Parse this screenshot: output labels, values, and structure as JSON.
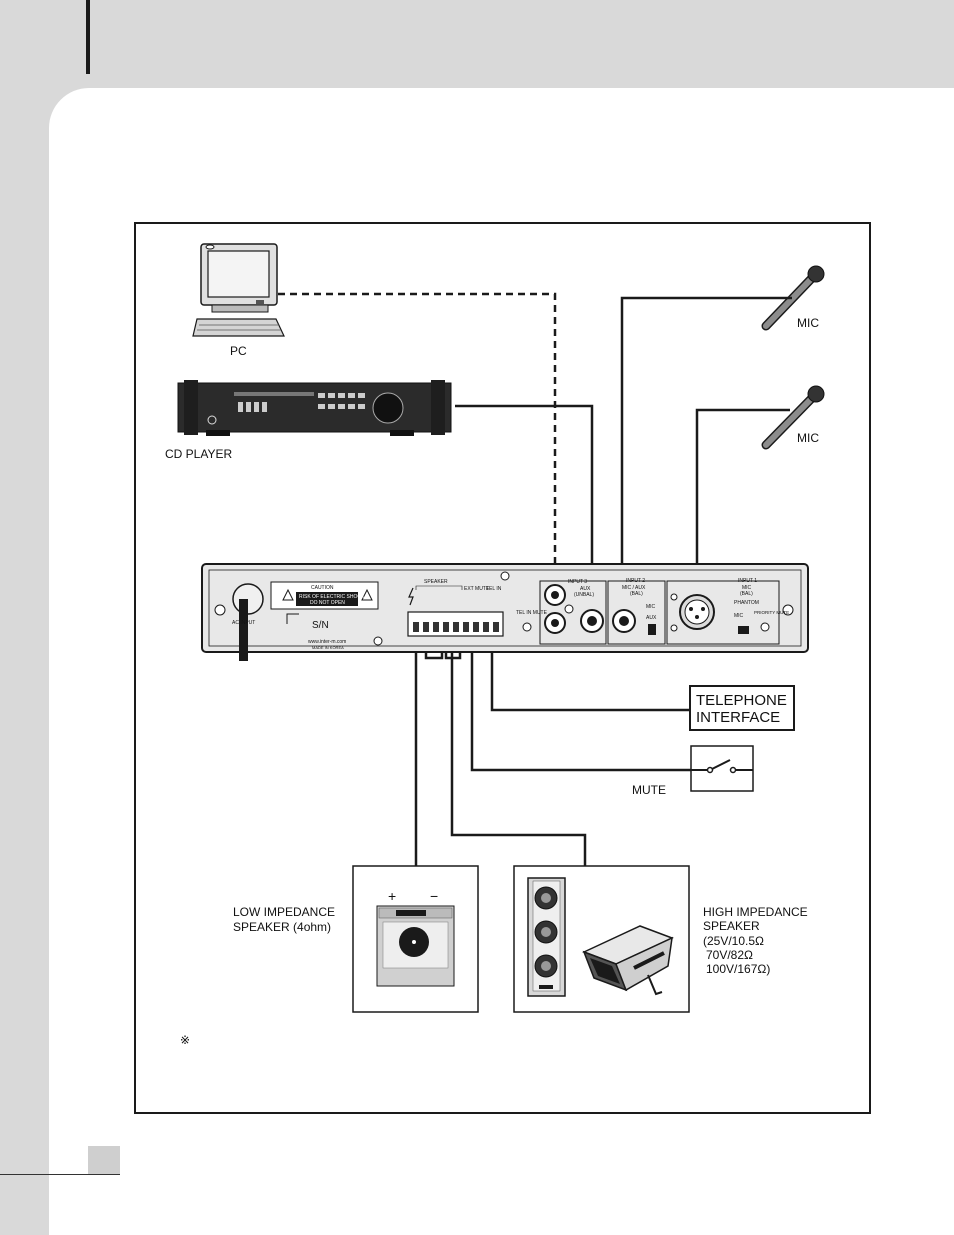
{
  "labels": {
    "pc": "PC",
    "cd_player": "CD PLAYER",
    "mic_1": "MIC",
    "mic_2": "MIC",
    "telephone_interface_line1": "TELEPHONE",
    "telephone_interface_line2": "INTERFACE",
    "mute": "MUTE",
    "low_impedance_line1": "LOW IMPEDANCE",
    "low_impedance_line2": "SPEAKER (4ohm)",
    "high_impedance_line1": "HIGH IMPEDANCE",
    "high_impedance_line2": "SPEAKER",
    "high_impedance_line3": "(25V/10.5Ω",
    "high_impedance_line4": "70V/82Ω",
    "high_impedance_line5": "100V/167Ω)",
    "plus": "+",
    "minus": "−",
    "note_symbol": "※"
  },
  "amplifier_panel": {
    "ac_input": "AC INPUT",
    "caution_title": "CAUTION",
    "caution_line1": "RISK OF ELECTRIC SHOCK",
    "caution_line2": "DO NOT OPEN",
    "serial_mark": "S/N",
    "website": "www.inter-m.com",
    "made_in": "MADE IN KOREA",
    "speaker": "SPEAKER",
    "ext_mute": "EXT MUTE",
    "tel_in": "TEL IN",
    "tel_in_mute": "TEL IN MUTE",
    "input3": "INPUT 3",
    "input3_aux": "AUX",
    "input3_unbal": "(UNBAL)",
    "input2": "INPUT 2",
    "input2_mic_aux": "MIC / AUX",
    "input2_bal": "(BAL)",
    "mic": "MIC",
    "aux": "AUX",
    "input1": "INPUT 1",
    "input1_mic": "MIC",
    "input1_bal": "(BAL)",
    "phantom": "PHANTOM",
    "priority_mute": "PRIORITY MUTE"
  },
  "colors": {
    "page_gray": "#d9d9d9",
    "ink": "#1a1a1a",
    "device_dark": "#2b2b2b",
    "panel_light": "#e8e8e8"
  }
}
